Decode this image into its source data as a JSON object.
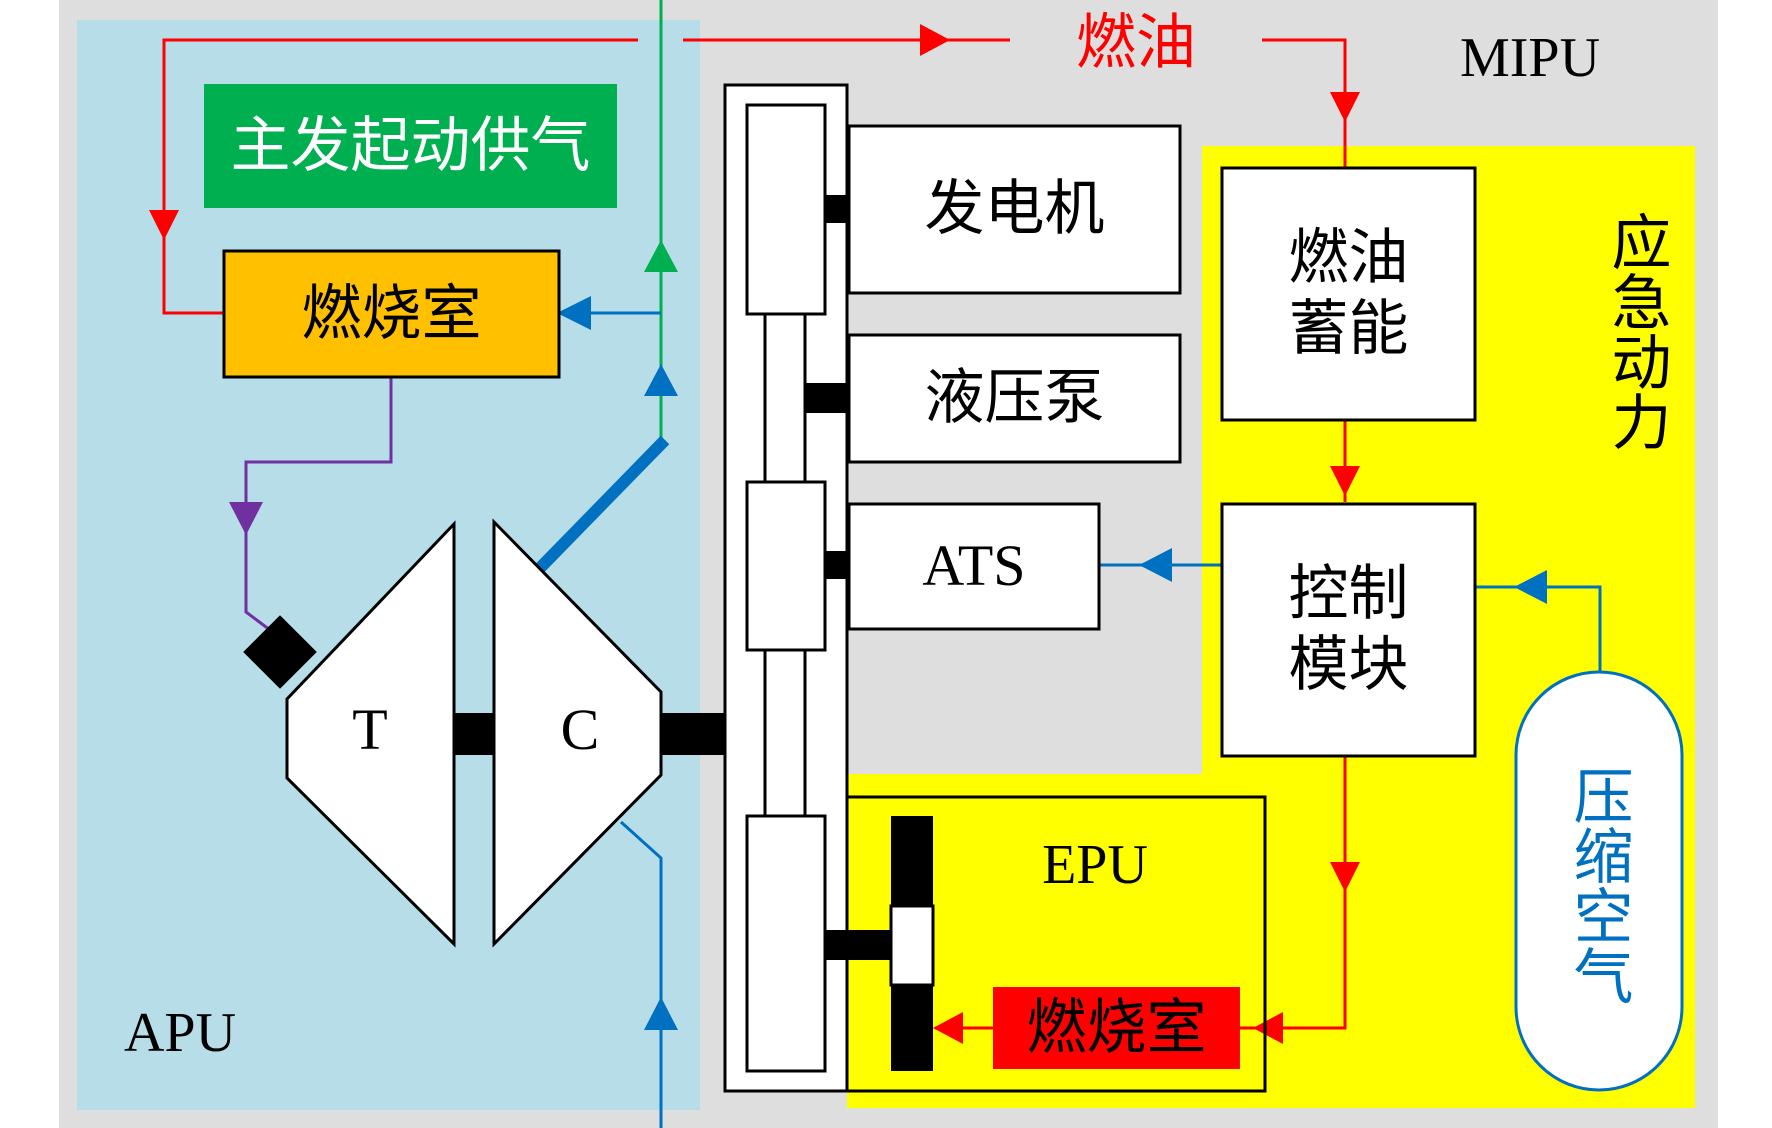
{
  "regions": {
    "mipu": "MIPU",
    "apu": "APU",
    "emergency_power": "应急动力",
    "epu": "EPU"
  },
  "labels": {
    "main_start_air": "主发起动供气",
    "fuel_line": "燃油",
    "turbine": "T",
    "compressor": "C"
  },
  "boxes": {
    "apu_combustor": "燃烧室",
    "generator": "发电机",
    "hydraulic_pump": "液压泵",
    "ats": "ATS",
    "fuel_storage_line1": "燃油",
    "fuel_storage_line2": "蓄能",
    "control_line1": "控制",
    "control_line2": "模块",
    "epu_combustor": "燃烧室",
    "compressed_air": "压缩空气"
  },
  "colors": {
    "outer_gray": "#dedede",
    "apu_blue": "#b6dde8",
    "emergency_yellow": "#ffff00",
    "green_banner": "#00b050",
    "apu_combustor_orange": "#ffc000",
    "epu_combustor_red": "#ff0000",
    "fuel_line": "#ff0000",
    "air_line": "#0070c0",
    "main_start_line": "#00b050",
    "hot_gas_line": "#7030a0",
    "compressed_air_text": "#0070c0"
  }
}
